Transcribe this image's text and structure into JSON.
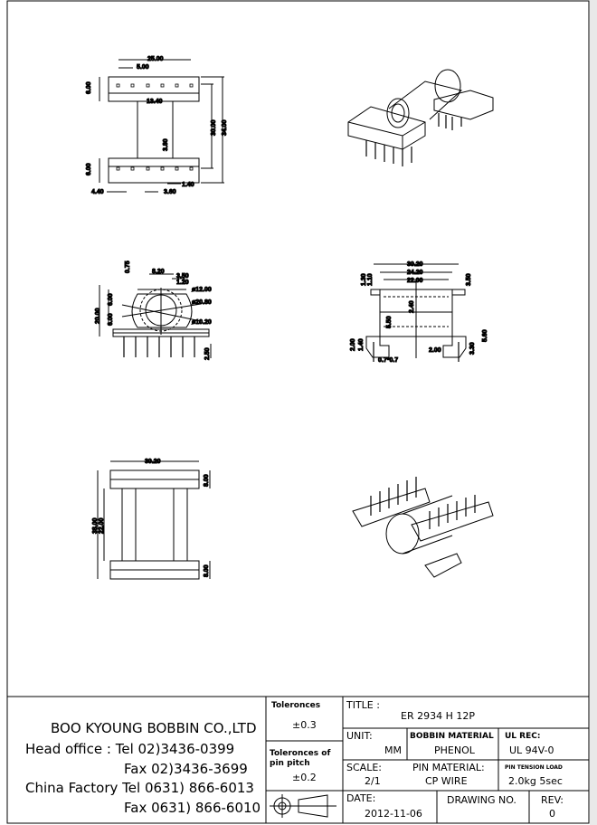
{
  "views": {
    "top": {
      "d1": "25.00",
      "d2": "5.00",
      "d3": "13.40",
      "d4": "6.00",
      "d5": "30.00",
      "d6": "34.00",
      "d7": "3.80",
      "d8": "6.00",
      "d9": "4.40",
      "d10": "1.40",
      "d11": "3.60"
    },
    "front": {
      "d1": "0.75",
      "d2": "8.20",
      "d3": "3.50",
      "d4": "1.20",
      "d5": "ø12.00",
      "d6": "ø20.80",
      "d7": "ø10.20",
      "d8": "20.00",
      "d9": "6.00",
      "d10": "6.00",
      "d11": "2.50"
    },
    "side": {
      "d1": "30.20",
      "d2": "24.20",
      "d3": "22.00",
      "d4": "1.30",
      "d5": "1.10",
      "d6": "3.50",
      "d7": "2.40",
      "d8": "5.50",
      "d9": "2.00",
      "d10": "1.40",
      "d11": "0.7*0.7",
      "d12": "2.00",
      "d13": "3.30",
      "d14": "5.60"
    },
    "bottom": {
      "d1": "30.20",
      "d2": "38.00",
      "d3": "22.00",
      "d4": "8.00",
      "d5": "8.00"
    }
  },
  "title_block": {
    "company": "BOO KYOUNG BOBBIN CO.,LTD",
    "head_office": "Head office : Tel  02)3436-0399",
    "head_fax": "Fax  02)3436-3699",
    "china_tel": "China Factory Tel 0631) 866-6013",
    "china_fax": "Fax 0631) 866-6010",
    "tol_label": "Toleronces",
    "tol_value": "±0.3",
    "pin_tol_label": "Toleronces of pin pitch",
    "pin_tol_value": "±0.2",
    "title_label": "TITLE :",
    "title_value": "ER 2934 H 12P",
    "unit_label": "UNIT:",
    "unit_value": "MM",
    "bobbin_label": "BOBBIN MATERIAL",
    "bobbin_value": "PHENOL",
    "ul_label": "UL REC:",
    "ul_value": "UL 94V-0",
    "scale_label": "SCALE:",
    "scale_value": "2/1",
    "pin_label": "PIN MATERIAL:",
    "pin_value": "CP WIRE",
    "tension_label": "PIN TENSION LOAD",
    "tension_value": "2.0kg 5sec",
    "date_label": "DATE:",
    "date_value": "2012-11-06",
    "drawing_label": "DRAWING NO.",
    "rev_label": "REV:",
    "rev_value": "0"
  }
}
